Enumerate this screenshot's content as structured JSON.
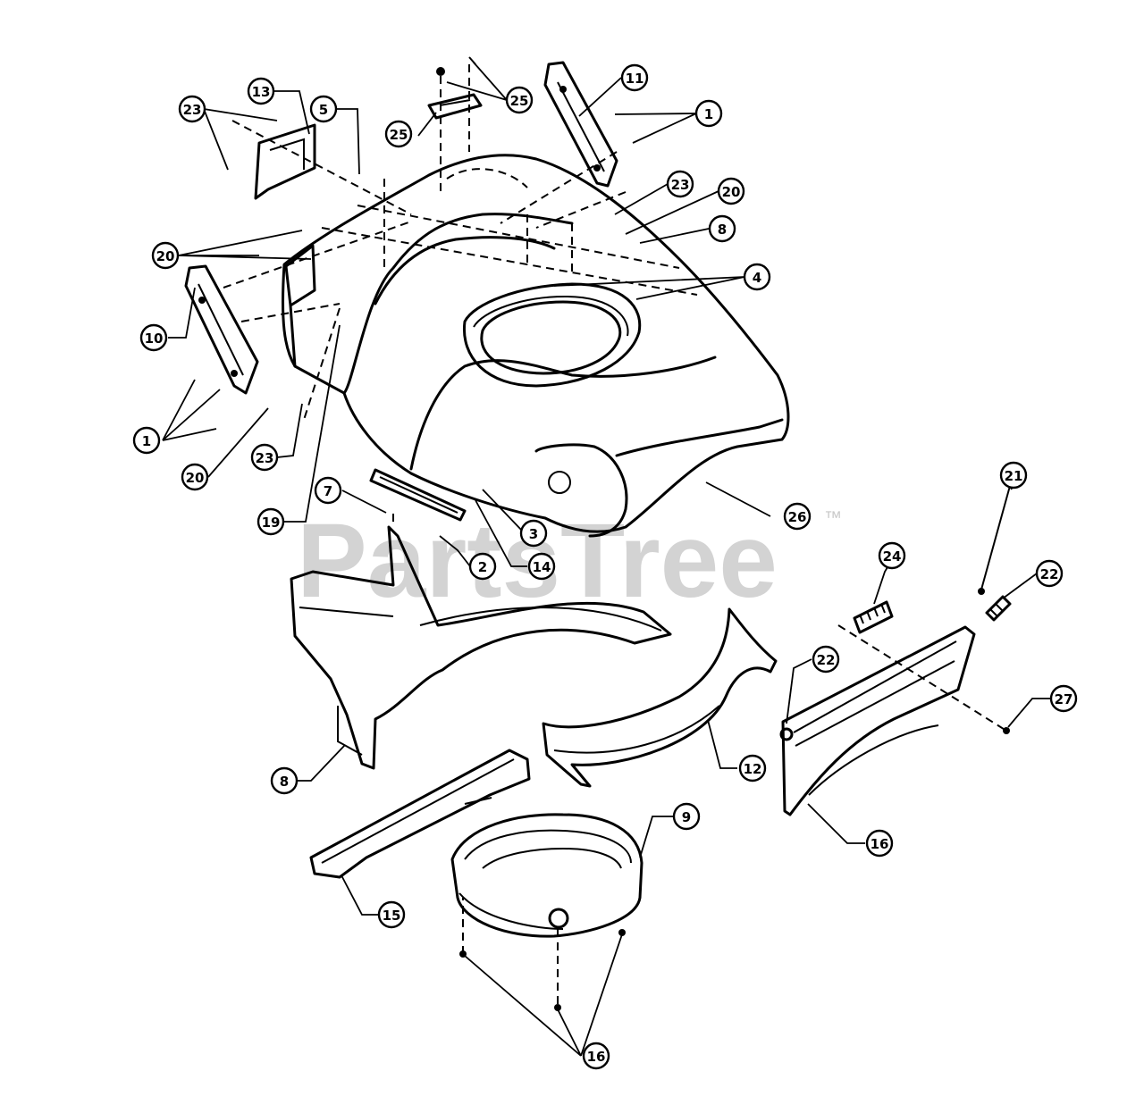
{
  "watermark": {
    "text": "PartsTree",
    "mark": "™"
  },
  "callouts": [
    {
      "id": "c23a",
      "label": "23"
    },
    {
      "id": "c13",
      "label": "13"
    },
    {
      "id": "c5",
      "label": "5"
    },
    {
      "id": "c25a",
      "label": "25"
    },
    {
      "id": "c25b",
      "label": "25"
    },
    {
      "id": "c11",
      "label": "11"
    },
    {
      "id": "c1a",
      "label": "1"
    },
    {
      "id": "c23b",
      "label": "23"
    },
    {
      "id": "c20a",
      "label": "20"
    },
    {
      "id": "c8a",
      "label": "8"
    },
    {
      "id": "c4",
      "label": "4"
    },
    {
      "id": "c20b",
      "label": "20"
    },
    {
      "id": "c10",
      "label": "10"
    },
    {
      "id": "c1b",
      "label": "1"
    },
    {
      "id": "c20c",
      "label": "20"
    },
    {
      "id": "c23c",
      "label": "23"
    },
    {
      "id": "c19",
      "label": "19"
    },
    {
      "id": "c7",
      "label": "7"
    },
    {
      "id": "c3",
      "label": "3"
    },
    {
      "id": "c2",
      "label": "2"
    },
    {
      "id": "c14",
      "label": "14"
    },
    {
      "id": "c26",
      "label": "26"
    },
    {
      "id": "c21",
      "label": "21"
    },
    {
      "id": "c24",
      "label": "24"
    },
    {
      "id": "c22a",
      "label": "22"
    },
    {
      "id": "c22b",
      "label": "22"
    },
    {
      "id": "c27",
      "label": "27"
    },
    {
      "id": "c8b",
      "label": "8"
    },
    {
      "id": "c12",
      "label": "12"
    },
    {
      "id": "c16a",
      "label": "16"
    },
    {
      "id": "c9",
      "label": "9"
    },
    {
      "id": "c15",
      "label": "15"
    },
    {
      "id": "c16b",
      "label": "16"
    }
  ]
}
